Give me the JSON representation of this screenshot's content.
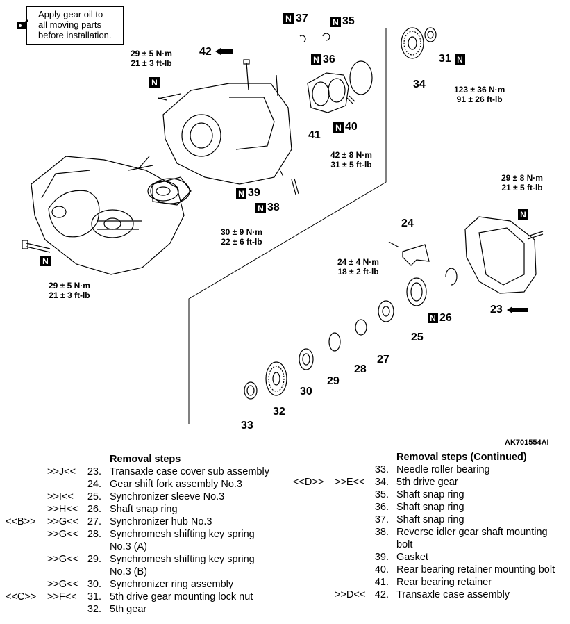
{
  "note": {
    "icon": "oil-can-icon",
    "lines": [
      "Apply gear oil to",
      "all moving parts",
      "before installation."
    ]
  },
  "labels": {
    "p23": "23",
    "p24": "24",
    "p25": "25",
    "p26": "26",
    "p27": "27",
    "p28": "28",
    "p29": "29",
    "p30": "30",
    "p31": "31",
    "p32": "32",
    "p33": "33",
    "p34": "34",
    "p35": "35",
    "p36": "36",
    "p37": "37",
    "p38": "38",
    "p39": "39",
    "p40": "40",
    "p41": "41",
    "p42": "42"
  },
  "n_mark": "N",
  "torques": {
    "t_top_left": [
      "29 ± 5 N·m",
      "21 ± 3 ft-lb"
    ],
    "t_bottom_left": [
      "29 ± 5 N·m",
      "21 ± 3 ft-lb"
    ],
    "t_38": [
      "30 ± 9 N·m",
      "22 ± 6 ft-lb"
    ],
    "t_40": [
      "42 ± 8 N·m",
      "31 ± 5 ft-lb"
    ],
    "t_31": [
      "123 ± 36 N·m",
      "91 ± 26 ft-lb"
    ],
    "t_cover": [
      "29 ± 8 N·m",
      "21 ± 5 ft-lb"
    ],
    "t_24": [
      "24 ± 4 N·m",
      "18 ± 2 ft-lb"
    ]
  },
  "figure_code": "AK701554AI",
  "left_steps": {
    "header": "Removal steps",
    "rows": [
      {
        "a": "",
        "b": ">>J<<",
        "num": "23.",
        "text": "Transaxle case cover sub assembly"
      },
      {
        "a": "",
        "b": "",
        "num": "24.",
        "text": "Gear shift fork assembly No.3"
      },
      {
        "a": "",
        "b": ">>I<<",
        "num": "25.",
        "text": "Synchronizer sleeve No.3"
      },
      {
        "a": "",
        "b": ">>H<<",
        "num": "26.",
        "text": "Shaft snap ring"
      },
      {
        "a": "<<B>>",
        "b": ">>G<<",
        "num": "27.",
        "text": "Synchronizer hub No.3"
      },
      {
        "a": "",
        "b": ">>G<<",
        "num": "28.",
        "text": "Synchromesh shifting key spring",
        "text2": "No.3 (A)"
      },
      {
        "a": "",
        "b": ">>G<<",
        "num": "29.",
        "text": "Synchromesh shifting key spring",
        "text2": "No.3 (B)"
      },
      {
        "a": "",
        "b": ">>G<<",
        "num": "30.",
        "text": "Synchronizer ring assembly"
      },
      {
        "a": "<<C>>",
        "b": ">>F<<",
        "num": "31.",
        "text": "5th drive gear mounting lock nut"
      },
      {
        "a": "",
        "b": "",
        "num": "32.",
        "text": "5th gear"
      }
    ]
  },
  "right_steps": {
    "header": "Removal steps (Continued)",
    "rows": [
      {
        "a": "",
        "b": "",
        "num": "33.",
        "text": "Needle roller bearing"
      },
      {
        "a": "<<D>>",
        "b": ">>E<<",
        "num": "34.",
        "text": "5th drive gear"
      },
      {
        "a": "",
        "b": "",
        "num": "35.",
        "text": "Shaft snap ring"
      },
      {
        "a": "",
        "b": "",
        "num": "36.",
        "text": "Shaft snap ring"
      },
      {
        "a": "",
        "b": "",
        "num": "37.",
        "text": "Shaft snap ring"
      },
      {
        "a": "",
        "b": "",
        "num": "38.",
        "text": "Reverse idler gear shaft mounting",
        "text2": "bolt"
      },
      {
        "a": "",
        "b": "",
        "num": "39.",
        "text": "Gasket"
      },
      {
        "a": "",
        "b": "",
        "num": "40.",
        "text": "Rear bearing retainer mounting bolt"
      },
      {
        "a": "",
        "b": "",
        "num": "41.",
        "text": "Rear bearing retainer"
      },
      {
        "a": "",
        "b": ">>D<<",
        "num": "42.",
        "text": "Transaxle case assembly"
      }
    ]
  }
}
